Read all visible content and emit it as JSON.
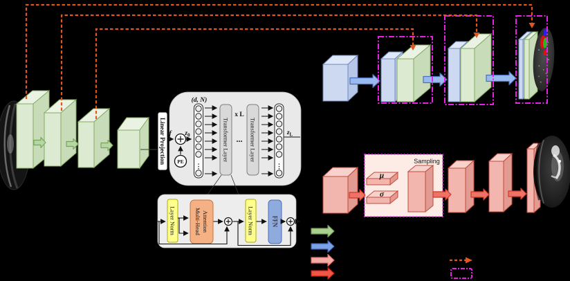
{
  "labels": {
    "linear_projection": "Linear Projection",
    "token_dims": "(d, N)",
    "feature": "f",
    "z_base": "z",
    "z_in_sub": "0",
    "z_out_sub": "L",
    "positional_encoding": "PE",
    "times_layers": "x L",
    "hdots": "...",
    "vdots_in": "⋮",
    "vdots_out": "⋮",
    "transformer_layer": "Transformer Layer",
    "layer_norm": "Layer Norm",
    "mha_line1": "Multi-Head",
    "mha_line2": "Attention",
    "ffn": "FFN",
    "sampling": "Sampling",
    "mu": "μ",
    "sigma": "σ"
  },
  "colors": {
    "background": "#000000",
    "skip_connection_orange": "#e2571d",
    "concat_box_magenta": "#ea1fea",
    "encoder_green_fill": "#dcead2",
    "encoder_green_stroke": "#84aa63",
    "decoder_blue_fill": "#cdd9f1",
    "decoder_blue_stroke": "#7087bd",
    "vae_red_fill": "#f2b6af",
    "vae_red_stroke": "#c3493a",
    "layer_norm_yellow": "#ffff8f",
    "attention_orange": "#f5b083",
    "ffn_blue": "#8faadc",
    "sampling_box_fill": "#fdebe6",
    "transformer_box_gray": "#e9e9e9",
    "seg_blob_red": "#dd1111",
    "seg_blob_green": "#22bb22",
    "seg_blob_blue": "#2222ee"
  }
}
